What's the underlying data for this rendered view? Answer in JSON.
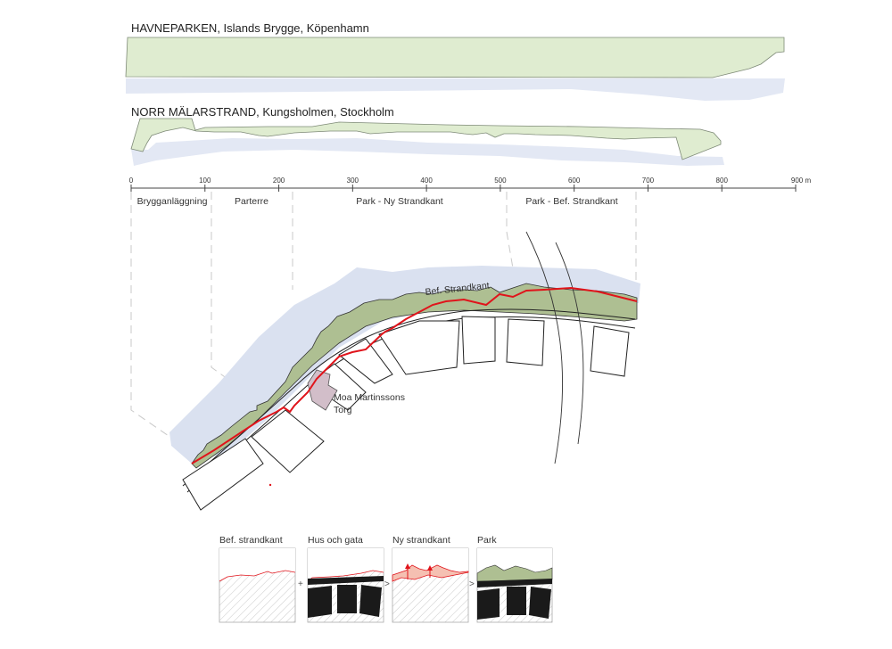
{
  "diagram": {
    "sections": [
      {
        "id": "havneparken",
        "title": "HAVNEPARKEN, Islands Brygge, Köpenhamn"
      },
      {
        "id": "norr-malarstrand",
        "title": "NORR MÄLARSTRAND, Kungsholmen, Stockholm"
      }
    ],
    "scale": {
      "unit": "m",
      "ticks": [
        "0",
        "100",
        "200",
        "300",
        "400",
        "500",
        "600",
        "700",
        "800",
        "900 m"
      ]
    },
    "zones": [
      {
        "label": "Brygganläggning"
      },
      {
        "label": "Parterre"
      },
      {
        "label": "Park - Ny Strandkant"
      },
      {
        "label": "Park - Bef. Strandkant"
      }
    ],
    "map": {
      "labels": {
        "shoreline": "Bef. Strandkant",
        "square_line1": "Moa Martinssons",
        "square_line2": "Torg"
      }
    },
    "process": {
      "panels": [
        {
          "title": "Bef. strandkant"
        },
        {
          "title": "Hus och gata"
        },
        {
          "title": "Ny strandkant"
        },
        {
          "title": "Park"
        }
      ],
      "operators": [
        "+",
        ">",
        ">"
      ]
    },
    "colors": {
      "park_light": "#dfecd0",
      "park_dark": "#aebf92",
      "water": "#dde3f1",
      "shoreline_red": "#e0141b",
      "square": "#d2bec9"
    }
  }
}
